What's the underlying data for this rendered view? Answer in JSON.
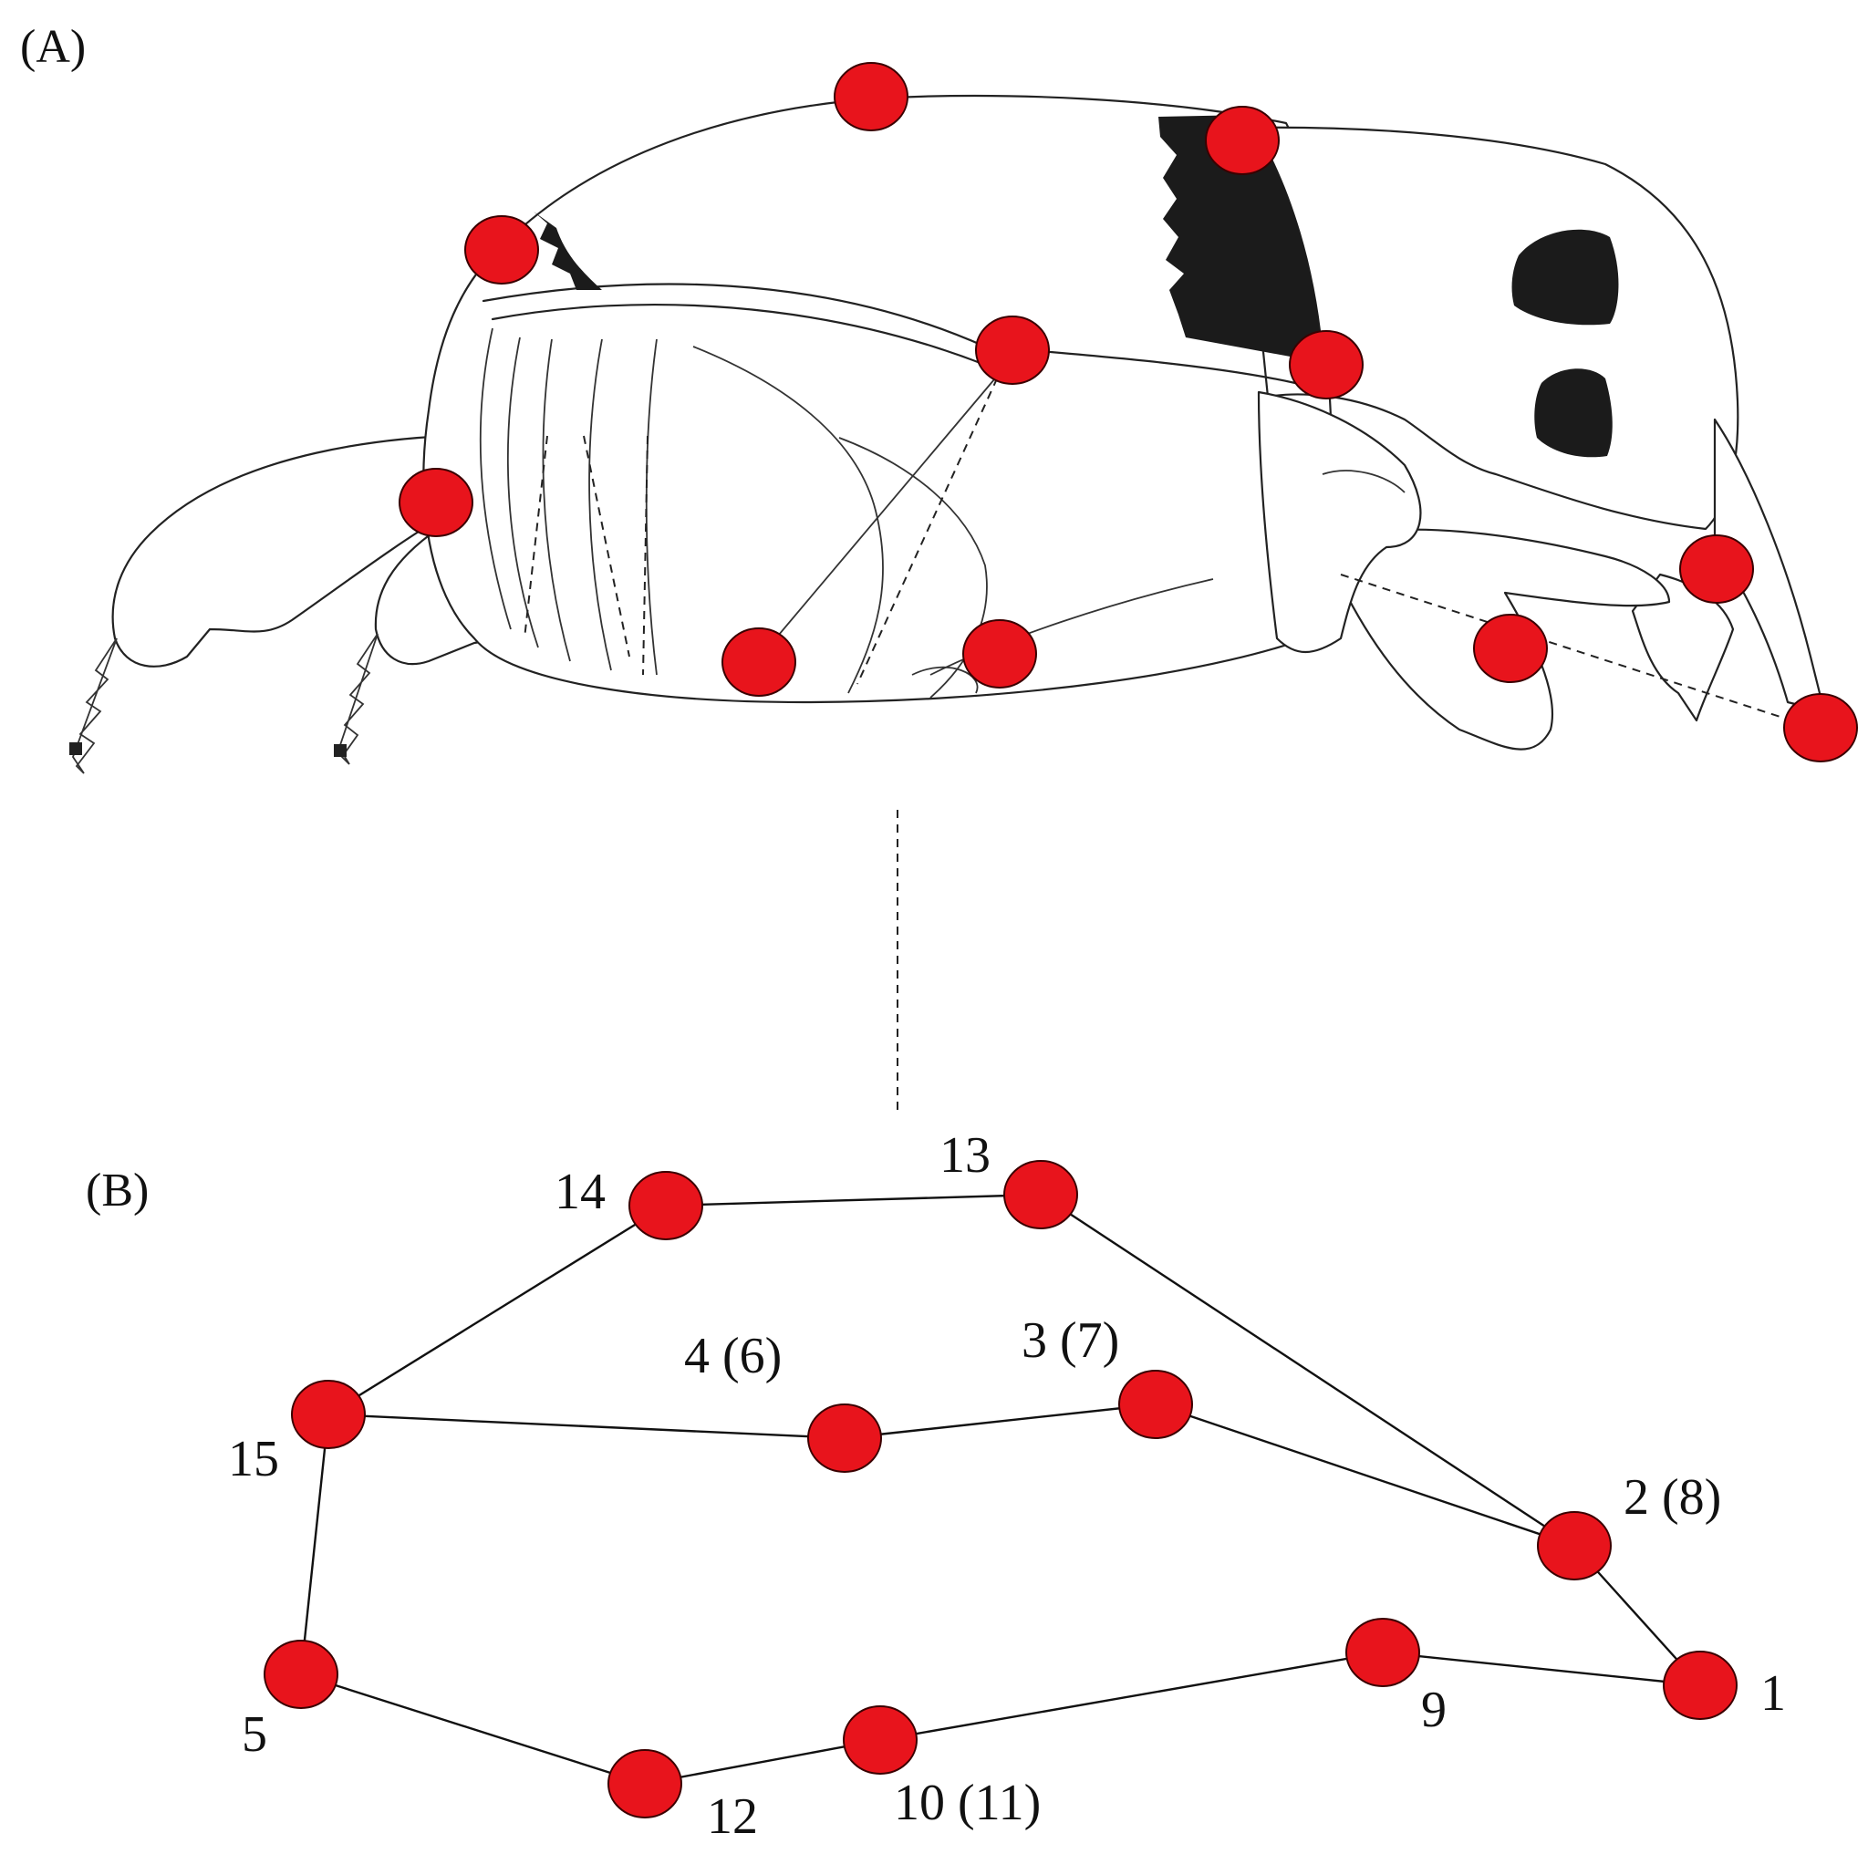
{
  "panels": {
    "a_label": "(A)",
    "b_label": "(B)"
  },
  "colors": {
    "landmark": "#e8141c",
    "outline": "#222222",
    "scale_patch": "#1b1b1b"
  },
  "landmarks": [
    {
      "id": "1",
      "label": "1"
    },
    {
      "id": "2",
      "label": "2 (8)"
    },
    {
      "id": "3",
      "label": "3 (7)"
    },
    {
      "id": "4",
      "label": "4 (6)"
    },
    {
      "id": "5",
      "label": "5"
    },
    {
      "id": "9",
      "label": "9"
    },
    {
      "id": "10",
      "label": "10 (11)"
    },
    {
      "id": "12",
      "label": "12"
    },
    {
      "id": "13",
      "label": "13"
    },
    {
      "id": "14",
      "label": "14"
    },
    {
      "id": "15",
      "label": "15"
    }
  ],
  "shape_links": [
    [
      "14",
      "13"
    ],
    [
      "13",
      "2"
    ],
    [
      "14",
      "15"
    ],
    [
      "15",
      "4"
    ],
    [
      "4",
      "3"
    ],
    [
      "3",
      "2"
    ],
    [
      "2",
      "1"
    ],
    [
      "15",
      "5"
    ],
    [
      "5",
      "12"
    ],
    [
      "12",
      "10"
    ],
    [
      "10",
      "9"
    ],
    [
      "9",
      "1"
    ]
  ]
}
